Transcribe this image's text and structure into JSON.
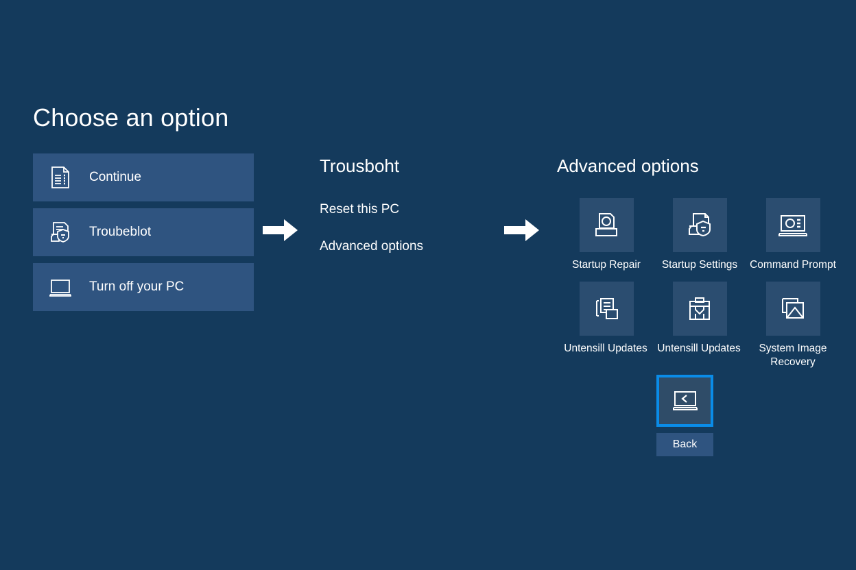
{
  "page": {
    "title": "Choose an option",
    "background_color": "#143a5c",
    "option_button_color": "#2f5480",
    "tile_color": "#2b4d70",
    "focus_ring_color": "#0a8ce8",
    "text_color": "#ffffff"
  },
  "options": [
    {
      "label": "Continue",
      "icon": "document-list-icon"
    },
    {
      "label": "Troubeblot",
      "icon": "document-shield-icon"
    },
    {
      "label": "Turn off your PC",
      "icon": "monitor-icon"
    }
  ],
  "arrows": [
    {
      "icon": "arrow-right-icon"
    },
    {
      "icon": "arrow-right-icon"
    }
  ],
  "middle": {
    "title": "Trousboht",
    "links": [
      {
        "label": "Reset this PC"
      },
      {
        "label": "Advanced options"
      }
    ]
  },
  "advanced": {
    "title": "Advanced options",
    "tiles": [
      {
        "label": "Startup Repair",
        "icon": "startup-repair-icon"
      },
      {
        "label": "Startup Settings",
        "icon": "startup-settings-icon"
      },
      {
        "label": "Command Prompt",
        "icon": "command-prompt-icon"
      },
      {
        "label": "Untensill Updates",
        "icon": "updates-document-icon"
      },
      {
        "label": "Untensill Updates",
        "icon": "updates-clipboard-icon"
      },
      {
        "label": "System Image\nRecovery",
        "icon": "system-image-icon"
      }
    ],
    "back": {
      "label": "Back",
      "icon": "back-chevron-icon",
      "focused": true
    }
  }
}
